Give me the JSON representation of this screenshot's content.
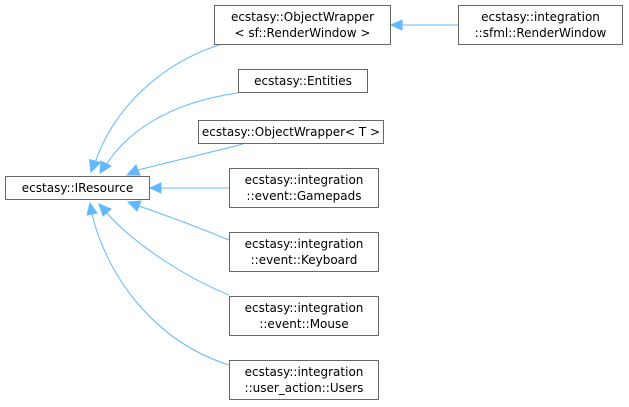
{
  "diagram": {
    "type": "class-inheritance-graph",
    "edge_color": "#63b8ff",
    "border_color": "#666666",
    "nodes": {
      "iresource": {
        "lines": [
          "ecstasy::IResource"
        ]
      },
      "objwrap_rw": {
        "lines": [
          "ecstasy::ObjectWrapper",
          "< sf::RenderWindow >"
        ]
      },
      "sfml_rw": {
        "lines": [
          "ecstasy::integration",
          "::sfml::RenderWindow"
        ]
      },
      "entities": {
        "lines": [
          "ecstasy::Entities"
        ]
      },
      "objwrap_t": {
        "lines": [
          "ecstasy::ObjectWrapper< T >"
        ]
      },
      "gamepads": {
        "lines": [
          "ecstasy::integration",
          "::event::Gamepads"
        ]
      },
      "keyboard": {
        "lines": [
          "ecstasy::integration",
          "::event::Keyboard"
        ]
      },
      "mouse": {
        "lines": [
          "ecstasy::integration",
          "::event::Mouse"
        ]
      },
      "users": {
        "lines": [
          "ecstasy::integration",
          "::user_action::Users"
        ]
      }
    },
    "edges": [
      {
        "from": "objwrap_rw",
        "to": "iresource"
      },
      {
        "from": "entities",
        "to": "iresource"
      },
      {
        "from": "objwrap_t",
        "to": "iresource"
      },
      {
        "from": "gamepads",
        "to": "iresource"
      },
      {
        "from": "keyboard",
        "to": "iresource"
      },
      {
        "from": "mouse",
        "to": "iresource"
      },
      {
        "from": "users",
        "to": "iresource"
      },
      {
        "from": "sfml_rw",
        "to": "objwrap_rw"
      }
    ]
  }
}
